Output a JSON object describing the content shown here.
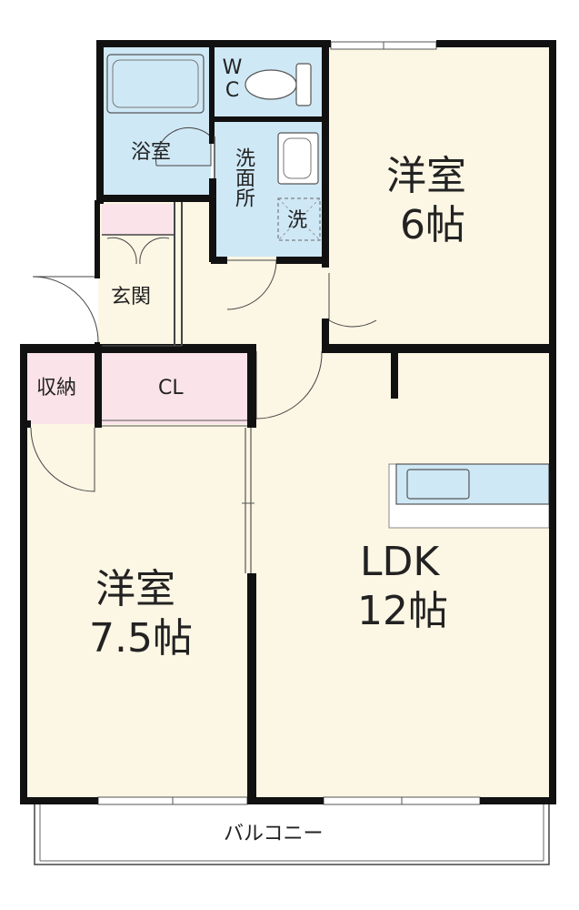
{
  "rooms": {
    "western_room_6": {
      "name": "洋室",
      "size": "6帖"
    },
    "western_room_75": {
      "name": "洋室",
      "size": "7.5帖"
    },
    "ldk": {
      "name": "LDK",
      "size": "12帖"
    },
    "bath": {
      "name": "浴室"
    },
    "wc": {
      "name": "WC"
    },
    "washroom": {
      "name": "洗面所"
    },
    "washer": {
      "name": "洗"
    },
    "entrance": {
      "name": "玄関"
    },
    "storage": {
      "name": "収納"
    },
    "closet": {
      "name": "CL"
    },
    "balcony": {
      "name": "バルコニー"
    }
  },
  "colors": {
    "wall": "#111111",
    "floor": "#fcf6e4",
    "wet_area": "#cfe8f6",
    "storage": "#fbe3ea",
    "balcony": "#ffffff"
  }
}
